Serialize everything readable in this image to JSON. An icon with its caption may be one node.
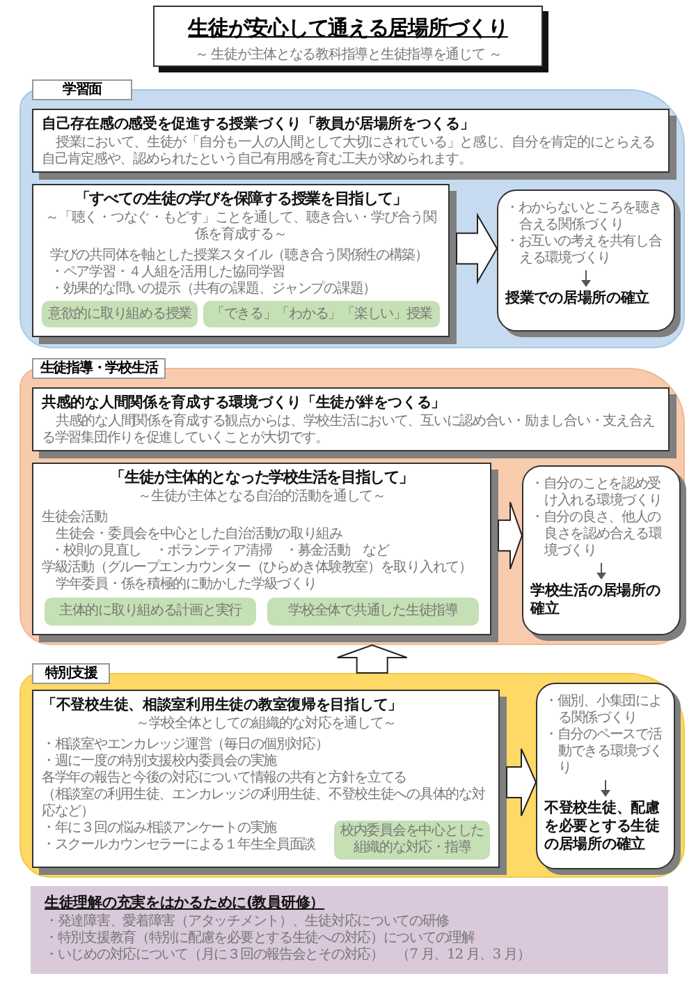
{
  "diagram": {
    "nodes": [
      {
        "text": [
          "生徒が安心して通える居場所づくり",
          "～ 生徒が主体となる教科指導と生徒指導を通じて ～"
        ]
      },
      {
        "text": [
          "学習面"
        ]
      },
      {
        "text": [
          "自己存在感の感受を促進する授業づくり「教員が居場所をつくる」",
          "授業において、生徒が「自分も一人の人間として大切にされている」と感じ、自分を肯定的にとらえる自己肯定感や、認められたという自己有用感を育む工夫が求められます。"
        ],
        "in": 1
      },
      {
        "text": [
          "「すべての生徒の学びを保障する授業を目指して」",
          "～「聴く・つなぐ・もどす」ことを通して、聴き合い・学び合う関係を育成する～",
          "学びの共同体を軸とした授業スタイル（聴き合う関係性の構築）",
          "・ペア学習・４人組を活用した協同学習",
          "・効果的な問いの提示（共有の課題、ジャンプの課題）"
        ],
        "in": 1
      },
      {
        "text": [
          "意欲的に取り組める授業"
        ],
        "in": 3
      },
      {
        "text": [
          "「できる」「わかる」「楽しい」授業"
        ],
        "in": 3
      },
      {
        "text": [
          "・わからないところを聴き合える関係づくり",
          "・お互いの考えを共有し合える環境づくり",
          "授業での居場所の確立"
        ],
        "in": 1
      },
      {
        "text": [
          "生徒指導・学校生活"
        ]
      },
      {
        "text": [
          "共感的な人間関係を育成する環境づくり「生徒が絆をつくる」",
          "共感的な人間関係を育成する観点からは、学校生活において、互いに認め合い・励まし合い・支え合える学習集団作りを促進していくことが大切です。"
        ],
        "in": 7
      },
      {
        "text": [
          "「生徒が主体的となった学校生活を目指して」",
          "～生徒が主体となる自治的活動を通して～",
          "生徒会活動",
          "生徒会・委員会を中心とした自治活動の取り組み",
          "・校則の見直し　・ボランティア清掃　・募金活動　など",
          "学級活動（グループエンカウンター（ひらめき体験教室）を取り入れて）",
          "学年委員・係を積極的に動かした学級づくり"
        ],
        "in": 7
      },
      {
        "text": [
          "主体的に取り組める計画と実行"
        ],
        "in": 9
      },
      {
        "text": [
          "学校全体で共通した生徒指導"
        ],
        "in": 9
      },
      {
        "text": [
          "・自分のことを認め受け入れる環境づくり",
          "・自分の良さ、他人の良さを認め合える環境づくり",
          "学校生活の居場所の確立"
        ],
        "in": 7
      },
      {
        "text": [
          "特別支援"
        ]
      },
      {
        "text": [
          "「不登校生徒、相談室利用生徒の教室復帰を目指して」",
          "～学校全体としての組織的な対応を通して～",
          "・相談室やエンカレッジ運営（毎日の個別対応）",
          "・週に一度の特別支援校内委員会の実施",
          "各学年の報告と今後の対応について情報の共有と方針を立てる",
          "（相談室の利用生徒、エンカレッジの利用生徒、不登校生徒への具体的な対応など）",
          "・年に３回の悩み相談アンケートの実施",
          "・スクールカウンセラーによる１年生全員面談"
        ],
        "in": 13
      },
      {
        "text": [
          "校内委員会を中心とした組織的な対応・指導"
        ],
        "in": 14
      },
      {
        "text": [
          "・個別、小集団による関係づくり",
          "・自分のペースで活動できる環境づくり",
          "不登校生徒、配慮を必要とする生徒の居場所の確立"
        ],
        "in": 13
      },
      {
        "text": [
          "生徒理解の充実をはかるために(教員研修）",
          "・発達障害、愛着障害（アタッチメント）、生徒対応についての研修",
          "・特別支援教育（特別に配慮を必要とする生徒への対応）についての理解",
          "・いじめの対応について（月に３回の報告会とその対応）　（7 月、12 月、3 月）"
        ]
      }
    ],
    "edges": [
      {
        "from": 3,
        "to": 6,
        "arrow": "to"
      },
      {
        "from": 9,
        "to": 12,
        "arrow": "to"
      },
      {
        "from": 14,
        "to": 16,
        "arrow": "to"
      },
      {
        "from": 13,
        "to": 7,
        "arrow": "to"
      }
    ]
  }
}
